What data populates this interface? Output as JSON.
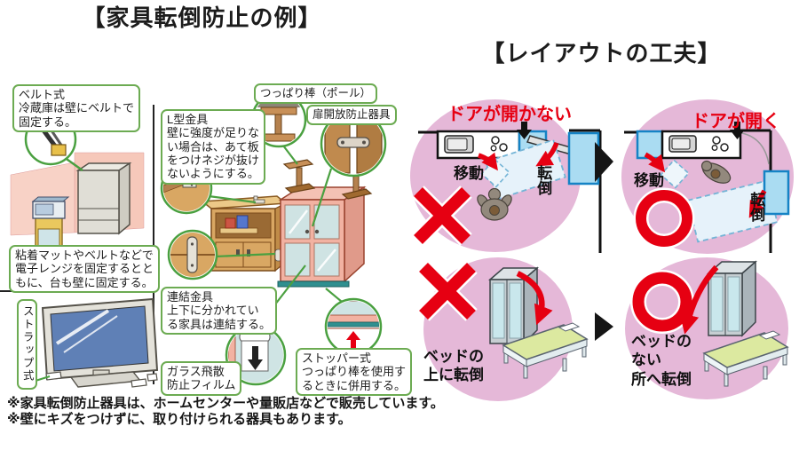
{
  "left_panel": {
    "title": "【家具転倒防止の例】",
    "callouts": {
      "belt": "ベルト式\n冷蔵庫は壁にベルトで\n固定する。",
      "tension_rod": "つっぱり棒（ポール）",
      "door_latch": "扉開放防止器具",
      "l_bracket": "L型金具\n壁に強度が足りな\nい場合は、あて板\nをつけネジが抜け\nないようにする。",
      "adhesive_mat": "粘着マットやベルトなどで\n電子レンジを固定するとと\nもに、台も壁に固定する。",
      "connector": "連結金具\n上下に分かれてい\nる家具は連結する。",
      "strap": "ストラップ式",
      "glass_film": "ガラス飛散\n防止フィルム",
      "stopper": "ストッパー式\nつっぱり棒を使用す\nるときに併用する。"
    },
    "footnotes": [
      "※家具転倒防止器具は、ホームセンターや量販店などで販売しています。",
      "※壁にキズをつけずに、取り付けられる器具もあります。"
    ]
  },
  "right_panel": {
    "title": "【レイアウトの工夫】",
    "scene_door_blocked": {
      "label": "ドアが開かない",
      "move": "移動",
      "fall": "転倒",
      "mark": "×"
    },
    "scene_door_opens": {
      "label": "ドアが開く",
      "move": "移動",
      "fall": "転倒",
      "mark": "○"
    },
    "scene_bed_hit": {
      "caption": "ベッドの\n上に転倒",
      "mark": "×"
    },
    "scene_bed_clear": {
      "caption": "ベッドの\nない\n所へ転倒",
      "mark": "○"
    }
  },
  "icons": {
    "x_mark": "×",
    "o_mark": "◯",
    "right_arrow": "▶",
    "down_arrow": "↓",
    "up_arrow": "↑"
  },
  "colors": {
    "accent_green": "#4aa040",
    "callout_border": "#6cab52",
    "alert_red": "#e60012",
    "pink_circle": "#e5b8d8",
    "wall_pink": "#f6c8ba",
    "cabinet_pink": "#f2b2a2",
    "wood": "#d9a763",
    "glass_blue": "#cfe3e3",
    "furniture_blue": "#aadcf2",
    "furniture_blue_border": "#1583c5"
  }
}
